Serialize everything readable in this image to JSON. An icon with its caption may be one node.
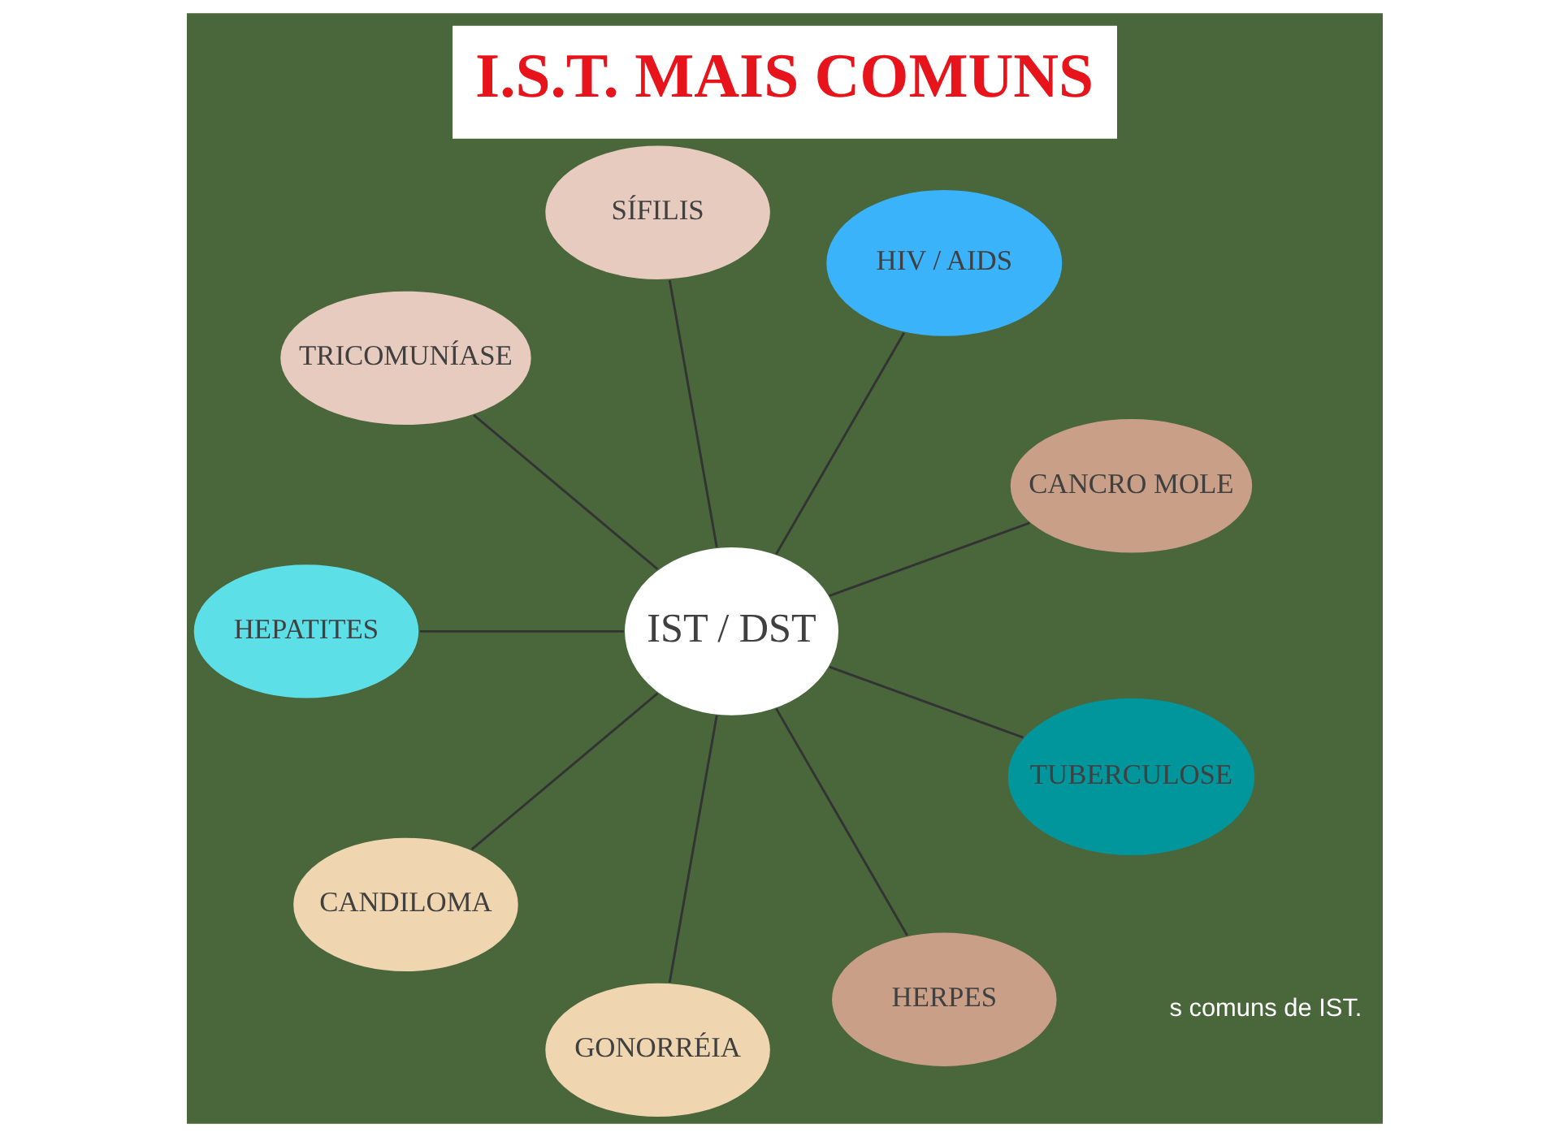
{
  "diagram": {
    "title": "I.S.T. MAIS COMUNS",
    "nodes": [
      {
        "text": [
          "IST / DST"
        ]
      },
      {
        "text": [
          "CANCRO MOLE"
        ]
      },
      {
        "text": [
          "HIV / AIDS"
        ]
      },
      {
        "text": [
          "SÍFILIS"
        ]
      },
      {
        "text": [
          "TRICOMUNÍASE"
        ]
      },
      {
        "text": [
          "HEPATITES"
        ]
      },
      {
        "text": [
          "CANDILOMA"
        ]
      },
      {
        "text": [
          "GONORRÉIA"
        ]
      },
      {
        "text": [
          "HERPES"
        ]
      },
      {
        "text": [
          "TUBERCULOSE"
        ]
      }
    ],
    "edges": [
      {
        "from": 0,
        "to": 1,
        "arrow": "none"
      },
      {
        "from": 0,
        "to": 2,
        "arrow": "none"
      },
      {
        "from": 0,
        "to": 3,
        "arrow": "none"
      },
      {
        "from": 0,
        "to": 5,
        "arrow": "none"
      },
      {
        "from": 0,
        "to": 7,
        "arrow": "none"
      },
      {
        "from": 0,
        "to": 8,
        "arrow": "none"
      },
      {
        "from": 0,
        "to": 9,
        "arrow": "none"
      },
      {
        "from": 0,
        "to": 6,
        "arrow": "none"
      },
      {
        "from": 0,
        "to": 4,
        "arrow": "none"
      }
    ],
    "labels": [
      "s comuns de IST."
    ]
  }
}
